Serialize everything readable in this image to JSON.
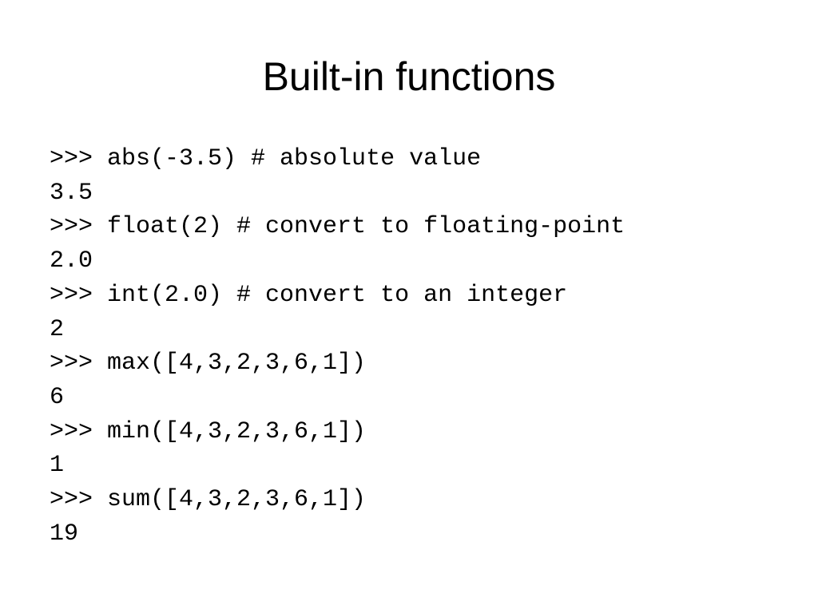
{
  "slide": {
    "title": "Built-in functions",
    "lines": [
      ">>> abs(-3.5) # absolute value",
      "3.5",
      ">>> float(2) # convert to floating-point",
      "2.0",
      ">>> int(2.0) # convert to an integer",
      "2",
      ">>> max([4,3,2,3,6,1])",
      "6",
      ">>> min([4,3,2,3,6,1])",
      "1",
      ">>> sum([4,3,2,3,6,1])",
      "19"
    ]
  }
}
